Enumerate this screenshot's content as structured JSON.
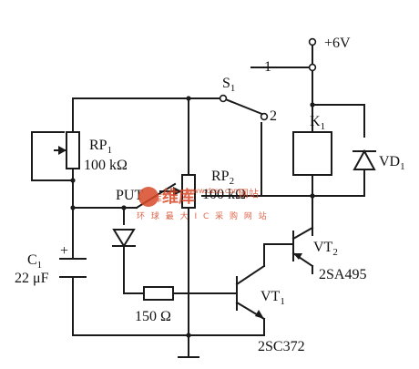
{
  "labels": {
    "supply": "+6V",
    "switch": "S",
    "switch_sub": "1",
    "switch_pos1": "1",
    "switch_pos2": "2",
    "relay": "K",
    "relay_sub": "1",
    "diode": "VD",
    "diode_sub": "1",
    "rp1": "RP",
    "rp1_sub": "1",
    "rp1_value": "100 kΩ",
    "put": "PUT",
    "rp2": "RP",
    "rp2_sub": "2",
    "rp2_value": "100 kΩ",
    "c1": "C",
    "c1_sub": "1",
    "c1_plus": "+",
    "c1_value": "22 μF",
    "resistor_value": "150 Ω",
    "vt1": "VT",
    "vt1_sub": "1",
    "vt1_part": "2SC372",
    "vt2": "VT",
    "vt2_sub": "2",
    "vt2_part": "2SA495"
  },
  "watermark": {
    "logo": "维库",
    "url": "www.dzsc.com",
    "cn_text": "环 球 最 大 I C 采 购 网 站",
    "partial": "网站"
  }
}
